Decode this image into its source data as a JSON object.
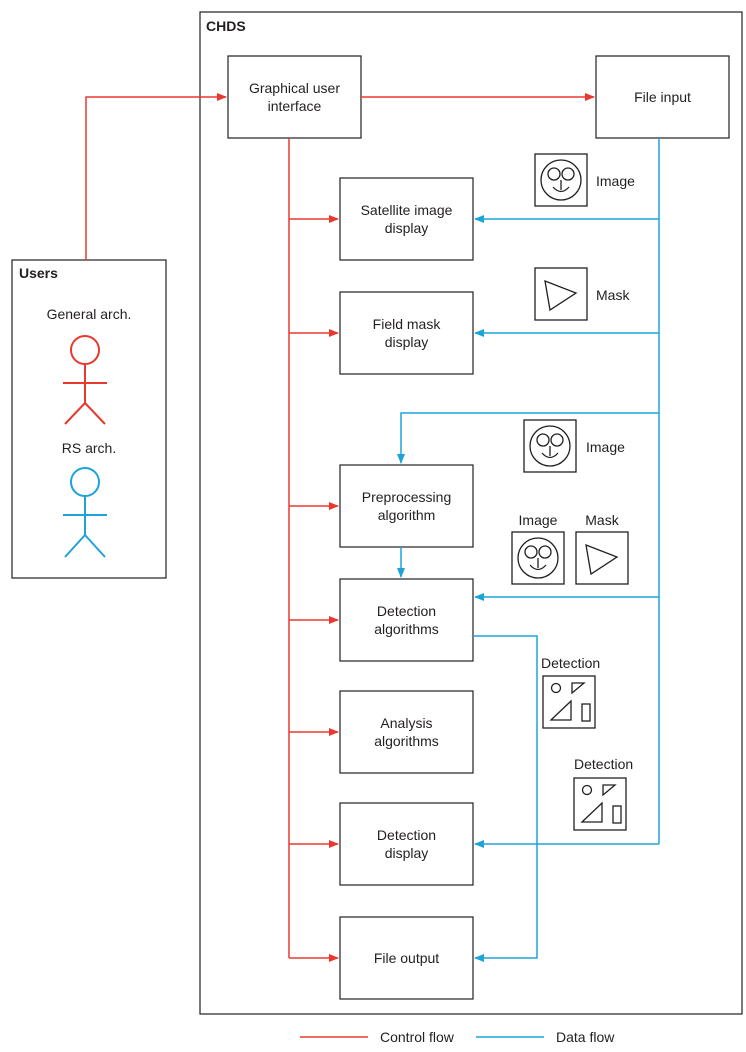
{
  "colors": {
    "control": "#e8392f",
    "data": "#1ea3d8",
    "stroke": "#231f20"
  },
  "system": {
    "title": "CHDS"
  },
  "users": {
    "title": "Users",
    "general": "General arch.",
    "rs": "RS arch."
  },
  "boxes": {
    "gui": [
      "Graphical user",
      "interface"
    ],
    "file_input": [
      "File input"
    ],
    "satellite": [
      "Satellite image",
      "display"
    ],
    "field_mask": [
      "Field mask",
      "display"
    ],
    "preprocessing": [
      "Preprocessing",
      "algorithm"
    ],
    "detection_alg": [
      "Detection",
      "algorithms"
    ],
    "analysis": [
      "Analysis",
      "algorithms"
    ],
    "detection_display": [
      "Detection",
      "display"
    ],
    "file_output": [
      "File output"
    ]
  },
  "artifacts": {
    "image1": "Image",
    "mask1": "Mask",
    "image2": "Image",
    "image3": "Image",
    "mask3": "Mask",
    "detection1": "Detection",
    "detection2": "Detection"
  },
  "legend": {
    "control": "Control flow",
    "data": "Data flow"
  }
}
